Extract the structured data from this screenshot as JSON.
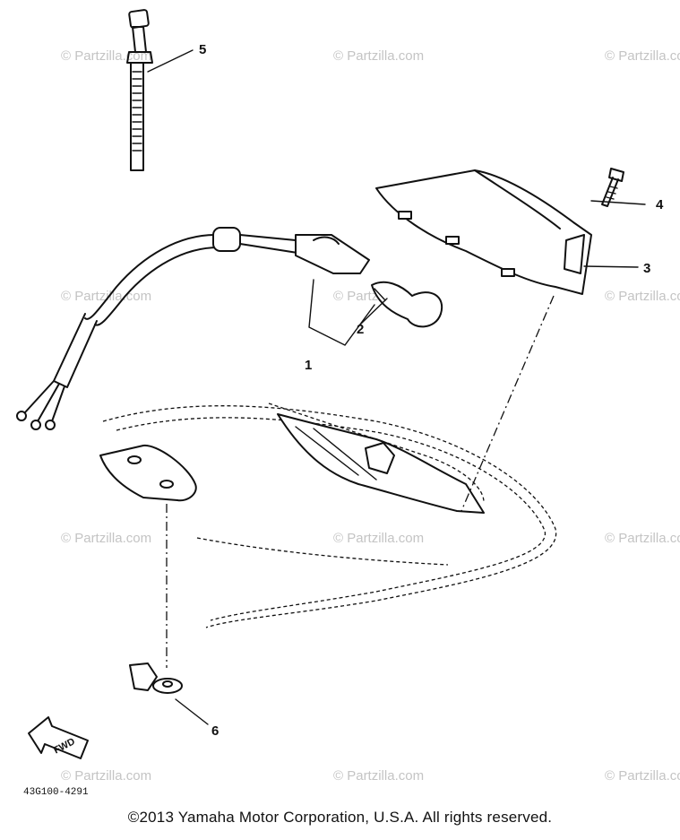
{
  "diagram": {
    "watermark_text": "© Partzilla.com",
    "callouts": {
      "c1": "1",
      "c2": "2",
      "c3": "3",
      "c4": "4",
      "c5": "5",
      "c6": "6"
    },
    "direction_label": "FWD",
    "drawing_code": "43G100-4291",
    "copyright": "©2013 Yamaha Motor Corporation, U.S.A. All rights reserved."
  }
}
